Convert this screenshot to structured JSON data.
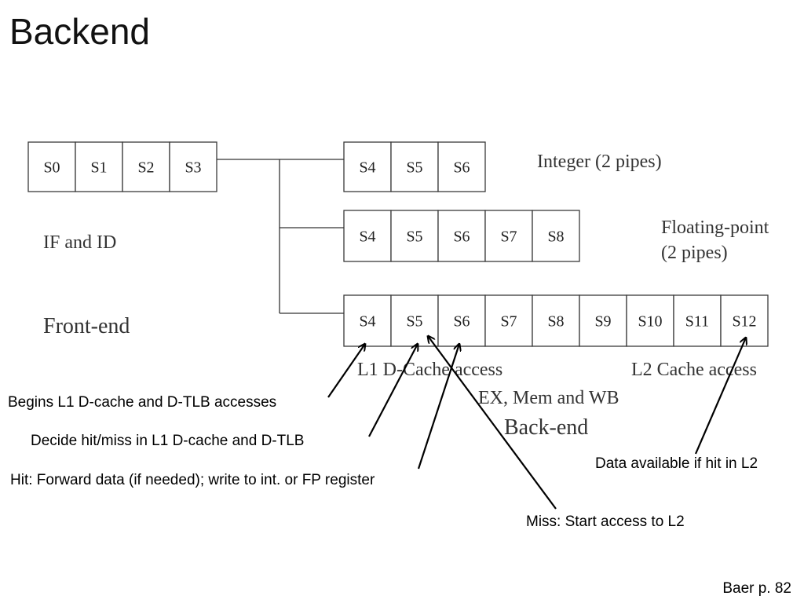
{
  "title": "Backend",
  "front_stages": [
    "S0",
    "S1",
    "S2",
    "S3"
  ],
  "integer_stages": [
    "S4",
    "S5",
    "S6"
  ],
  "fp_stages": [
    "S4",
    "S5",
    "S6",
    "S7",
    "S8"
  ],
  "mem_stages": [
    "S4",
    "S5",
    "S6",
    "S7",
    "S8",
    "S9",
    "S10",
    "S11",
    "S12"
  ],
  "labels": {
    "integer": "Integer (2 pipes)",
    "fp_line1": "Floating-point",
    "fp_line2": "(2 pipes)",
    "if_id": "IF and ID",
    "front_end": "Front-end",
    "l1_access": "L1 D-Cache access",
    "l2_access": "L2 Cache access",
    "ex_mem_wb": "EX, Mem and WB",
    "back_end": "Back-end"
  },
  "annotations": {
    "begins_l1": "Begins L1 D-cache and D-TLB accesses",
    "decide_hit": "Decide hit/miss in L1 D-cache and D-TLB",
    "hit_forward": "Hit: Forward data (if needed); write to int. or FP register",
    "miss_start": "Miss: Start access to L2",
    "data_available": "Data available if hit in L2"
  },
  "citation": "Baer p. 82"
}
